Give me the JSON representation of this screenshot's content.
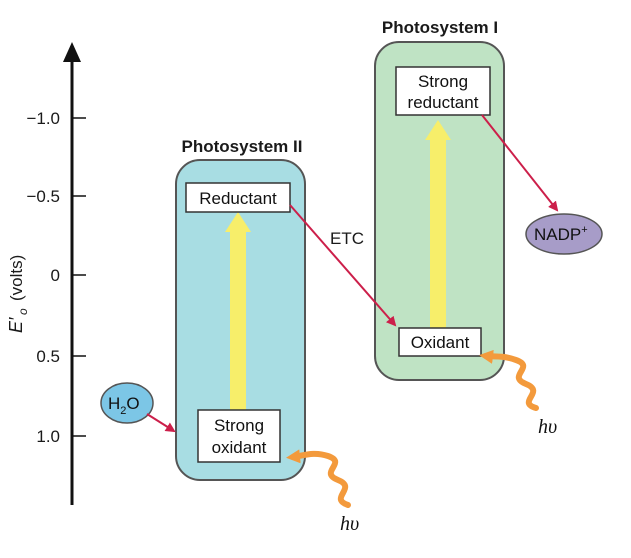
{
  "axis": {
    "ylabel_main": "E′",
    "ylabel_sub": "o",
    "ylabel_unit": "(volts)",
    "ticks": [
      "−1.0",
      "−0.5",
      "0",
      "0.5",
      "1.0"
    ]
  },
  "photosystem_2": {
    "title": "Photosystem II",
    "reductant": "Reductant",
    "oxidant_line1": "Strong",
    "oxidant_line2": "oxidant"
  },
  "photosystem_1": {
    "title": "Photosystem I",
    "reductant_line1": "Strong",
    "reductant_line2": "reductant",
    "oxidant": "Oxidant"
  },
  "labels": {
    "etc": "ETC",
    "nadp": "NADP",
    "nadp_sup": "+",
    "water_h": "H",
    "water_sub": "2",
    "water_o": "O",
    "light_1": "hυ",
    "light_2": "hυ"
  },
  "colors": {
    "ps2_fill": "#a8dde3",
    "ps1_fill": "#bfe3c4",
    "box_stroke": "#555555",
    "arrow_red": "#cc1f4a",
    "light_arrow": "#f7ee6a",
    "photon_orange": "#f39a3c",
    "nadp_fill": "#a79cc8",
    "water_fill": "#7cc6e6"
  }
}
